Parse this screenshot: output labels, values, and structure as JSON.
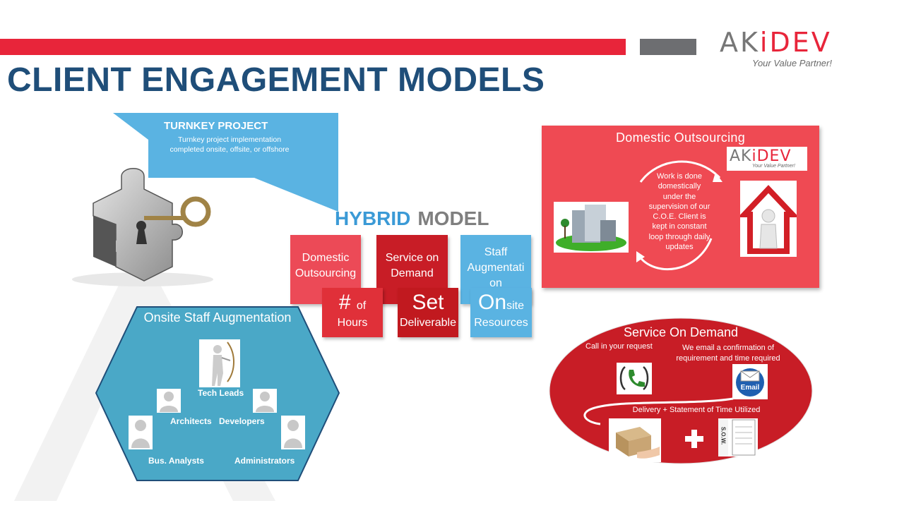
{
  "header": {
    "logo_prefix": "AK",
    "logo_i": "i",
    "logo_suffix": "DEV",
    "tagline": "Your Value Partner!",
    "title": "CLIENT ENGAGEMENT MODELS"
  },
  "turnkey": {
    "title": "TURNKEY PROJECT",
    "description": "Turnkey project implementation completed onsite, offsite, or offshore"
  },
  "hybrid": {
    "word1": "HYBRID",
    "word2": "MODEL",
    "top_boxes": [
      {
        "label": "Domestic Outsourcing"
      },
      {
        "label": "Service on Demand"
      },
      {
        "label": "Staff Augmentati on"
      }
    ],
    "bottom_boxes": [
      {
        "big": "#",
        "big_small": "of",
        "small": "Hours"
      },
      {
        "big": "Set",
        "big_small": "",
        "small": "Deliverable"
      },
      {
        "big": "On",
        "big_small": "site",
        "small": "Resources"
      }
    ]
  },
  "domestic": {
    "title": "Domestic Outsourcing",
    "description": "Work is done domestically under the supervision of our C.O.E. Client is kept in constant loop through daily updates",
    "logo_prefix": "AK",
    "logo_i": "i",
    "logo_suffix": "DEV",
    "logo_tagline": "Your Value Partner!"
  },
  "onsite": {
    "title": "Onsite Staff Augmentation",
    "roles": [
      "Tech Leads",
      "Architects",
      "Developers",
      "Bus. Analysts",
      "Administrators"
    ]
  },
  "service_on_demand": {
    "title": "Service On Demand",
    "step1": "Call in your request",
    "step2": "We email a confirmation of requirement and time required",
    "email_badge": "Email",
    "step3": "Delivery + Statement of Time Utilized",
    "sow": "S.O.W."
  },
  "colors": {
    "red": "#e8253a",
    "dark_red": "#c81d26",
    "blue": "#5ab3e2",
    "title_blue": "#1f4e79",
    "gray": "#6d6e71",
    "hex_teal": "#4aa8c7"
  }
}
